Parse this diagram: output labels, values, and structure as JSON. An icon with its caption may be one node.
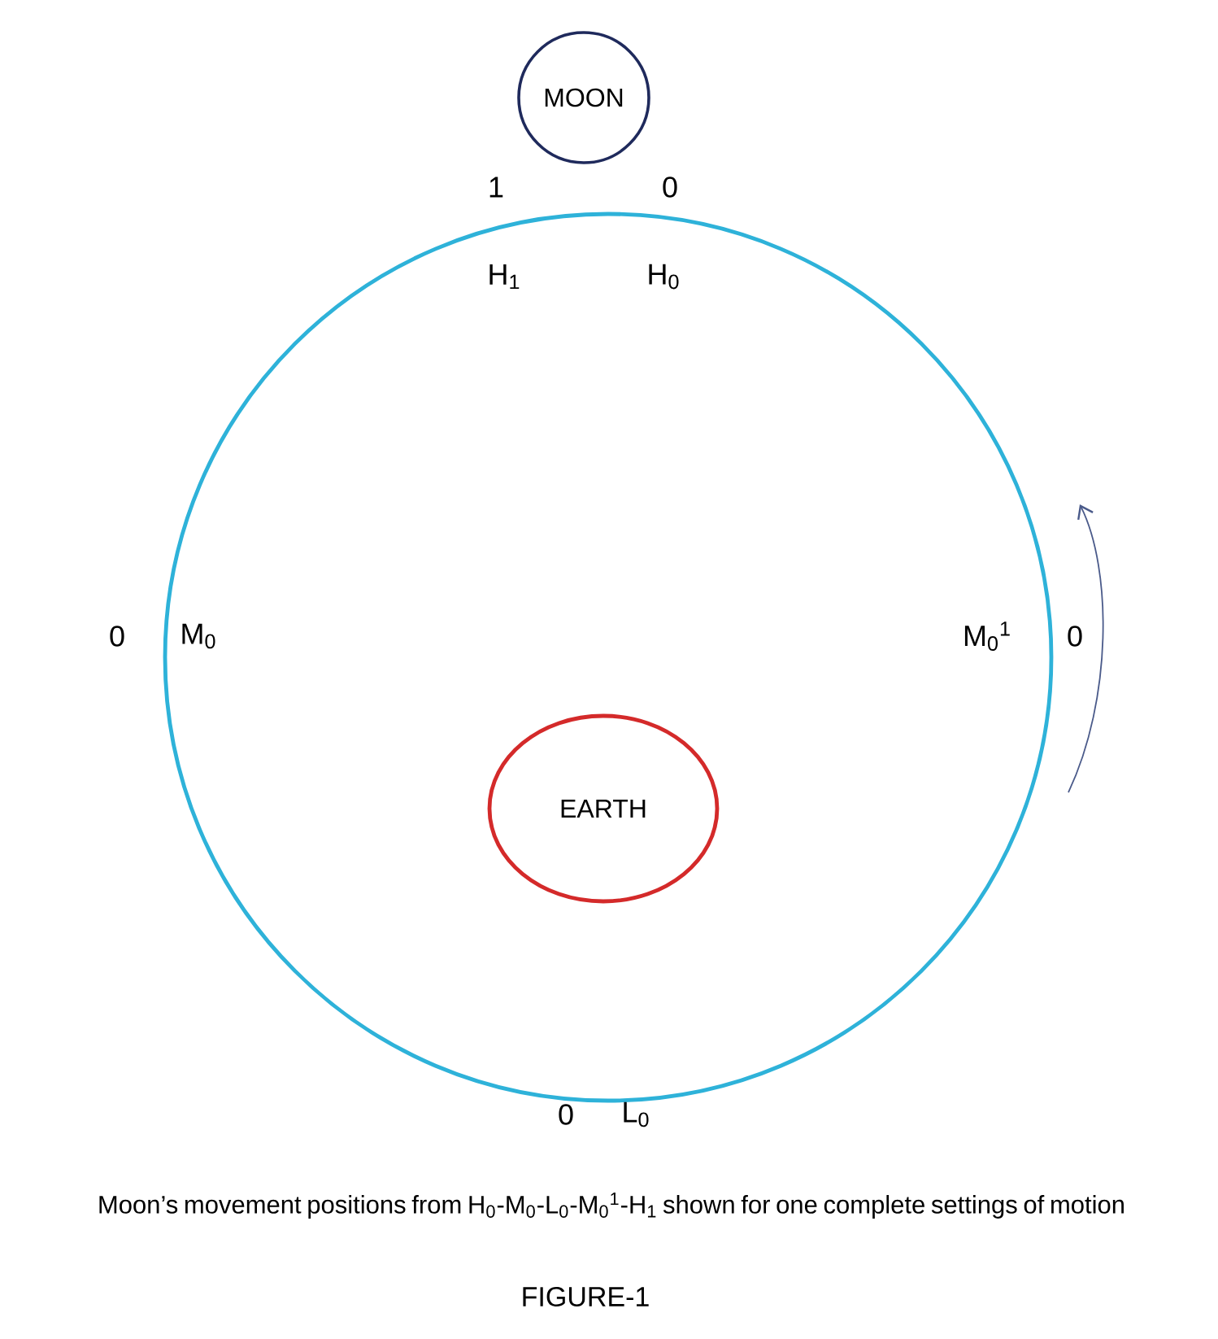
{
  "diagram": {
    "caption": "Moon’s movement positions from H$_{0}$-M$_{0}$-L$_{0}$-M$_{0}$$^{1}$-H$_{1}$ shown for one complete settings of motion",
    "nodes": [
      {
        "text": [
          "MOON"
        ]
      },
      {
        "text": [],
        "shape": "circle"
      },
      {
        "text": [
          "EARTH"
        ],
        "in": 1
      }
    ],
    "labels": [
      "1",
      "0",
      "H$_{1}$",
      "H$_{0}$",
      "0",
      "M$_{0}$",
      "M$_{0}$$^{1}$",
      "0",
      "0",
      "L$_{0}$",
      "FIGURE-1"
    ]
  }
}
